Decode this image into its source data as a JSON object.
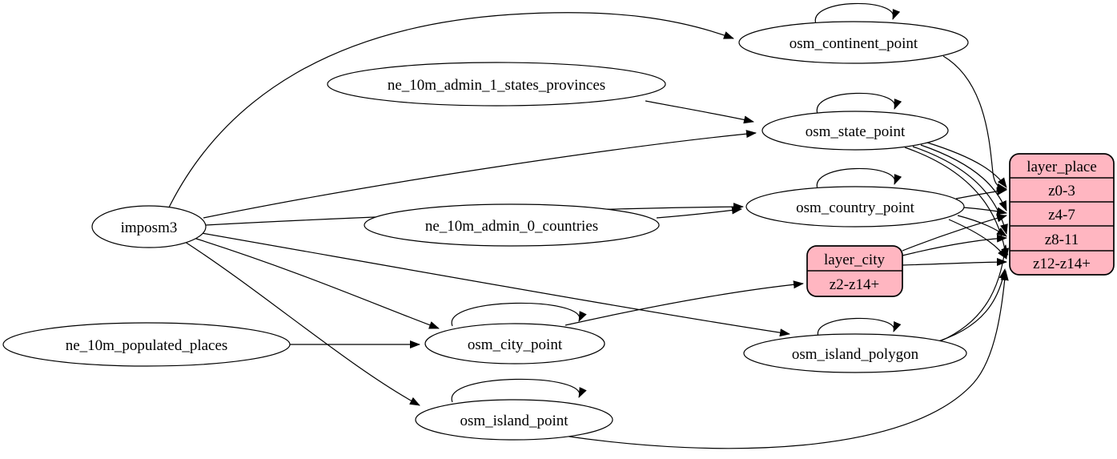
{
  "diagram": {
    "type": "graphviz-etl-dependency-graph",
    "colors": {
      "background": "#ffffff",
      "table_node_fill": "#ffffff",
      "layer_node_fill": "#ffb6c1",
      "stroke": "#000000"
    },
    "nodes": {
      "imposm3": {
        "label": "imposm3",
        "shape": "ellipse"
      },
      "ne_10m_admin_1_states_provinces": {
        "label": "ne_10m_admin_1_states_provinces",
        "shape": "ellipse"
      },
      "ne_10m_admin_0_countries": {
        "label": "ne_10m_admin_0_countries",
        "shape": "ellipse"
      },
      "ne_10m_populated_places": {
        "label": "ne_10m_populated_places",
        "shape": "ellipse"
      },
      "osm_continent_point": {
        "label": "osm_continent_point",
        "shape": "ellipse"
      },
      "osm_state_point": {
        "label": "osm_state_point",
        "shape": "ellipse"
      },
      "osm_country_point": {
        "label": "osm_country_point",
        "shape": "ellipse"
      },
      "osm_city_point": {
        "label": "osm_city_point",
        "shape": "ellipse"
      },
      "osm_island_polygon": {
        "label": "osm_island_polygon",
        "shape": "ellipse"
      },
      "osm_island_point": {
        "label": "osm_island_point",
        "shape": "ellipse"
      },
      "layer_city": {
        "title": "layer_city",
        "rows": [
          "z2-z14+"
        ],
        "shape": "record"
      },
      "layer_place": {
        "title": "layer_place",
        "rows": [
          "z0-3",
          "z4-7",
          "z8-11",
          "z12-z14+"
        ],
        "shape": "record"
      }
    },
    "edges": [
      {
        "from": "imposm3",
        "to": "osm_continent_point"
      },
      {
        "from": "imposm3",
        "to": "osm_state_point"
      },
      {
        "from": "imposm3",
        "to": "osm_country_point"
      },
      {
        "from": "imposm3",
        "to": "osm_city_point"
      },
      {
        "from": "imposm3",
        "to": "osm_island_polygon"
      },
      {
        "from": "imposm3",
        "to": "osm_island_point"
      },
      {
        "from": "ne_10m_admin_1_states_provinces",
        "to": "osm_state_point"
      },
      {
        "from": "ne_10m_admin_0_countries",
        "to": "osm_country_point"
      },
      {
        "from": "ne_10m_populated_places",
        "to": "osm_city_point"
      },
      {
        "from": "osm_continent_point",
        "to": "osm_continent_point",
        "self_loop": true
      },
      {
        "from": "osm_state_point",
        "to": "osm_state_point",
        "self_loop": true
      },
      {
        "from": "osm_country_point",
        "to": "osm_country_point",
        "self_loop": true
      },
      {
        "from": "osm_city_point",
        "to": "osm_city_point",
        "self_loop": true
      },
      {
        "from": "osm_island_polygon",
        "to": "osm_island_polygon",
        "self_loop": true
      },
      {
        "from": "osm_island_point",
        "to": "osm_island_point",
        "self_loop": true
      },
      {
        "from": "osm_continent_point",
        "to": "layer_place",
        "to_port": "z0-3"
      },
      {
        "from": "osm_state_point",
        "to": "layer_place",
        "to_port": "z0-3"
      },
      {
        "from": "osm_state_point",
        "to": "layer_place",
        "to_port": "z4-7"
      },
      {
        "from": "osm_state_point",
        "to": "layer_place",
        "to_port": "z8-11"
      },
      {
        "from": "osm_state_point",
        "to": "layer_place",
        "to_port": "z12-z14+"
      },
      {
        "from": "osm_country_point",
        "to": "layer_place",
        "to_port": "z0-3"
      },
      {
        "from": "osm_country_point",
        "to": "layer_place",
        "to_port": "z4-7"
      },
      {
        "from": "osm_country_point",
        "to": "layer_place",
        "to_port": "z8-11"
      },
      {
        "from": "osm_country_point",
        "to": "layer_place",
        "to_port": "z12-z14+"
      },
      {
        "from": "osm_city_point",
        "to": "layer_city",
        "to_port": "z2-z14+"
      },
      {
        "from": "layer_city",
        "to": "layer_place",
        "to_port": "z4-7"
      },
      {
        "from": "layer_city",
        "to": "layer_place",
        "to_port": "z8-11"
      },
      {
        "from": "layer_city",
        "to": "layer_place",
        "to_port": "z12-z14+"
      },
      {
        "from": "osm_island_polygon",
        "to": "layer_place",
        "to_port": "z8-11"
      },
      {
        "from": "osm_island_polygon",
        "to": "layer_place",
        "to_port": "z12-z14+"
      },
      {
        "from": "osm_island_point",
        "to": "layer_place",
        "to_port": "z12-z14+"
      }
    ]
  }
}
